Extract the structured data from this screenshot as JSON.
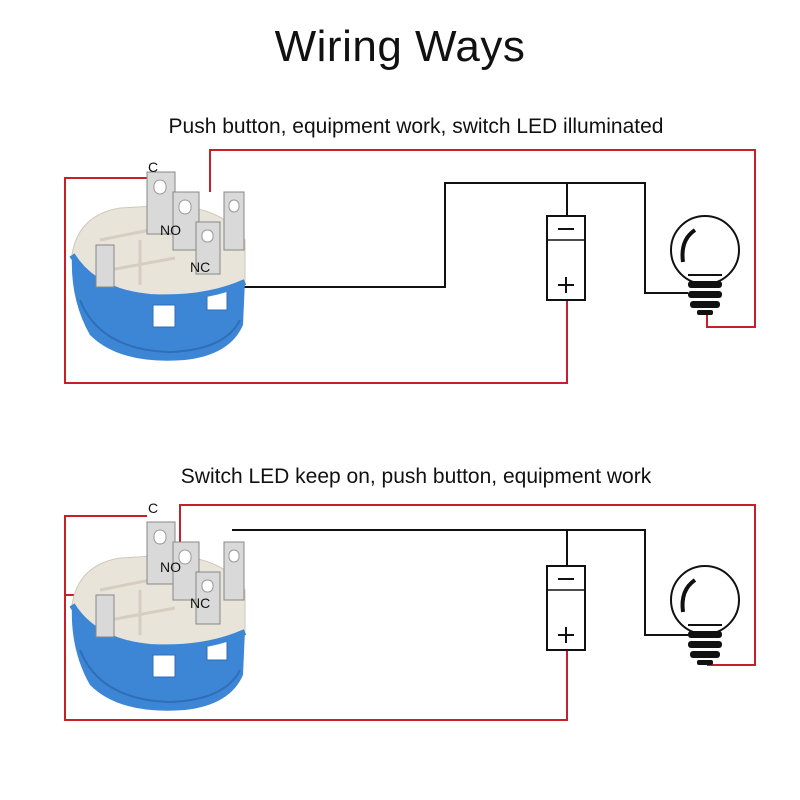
{
  "title": "Wiring Ways",
  "diagrams": [
    {
      "caption": "Push button, equipment work, switch LED illuminated",
      "terminals": {
        "c": "C",
        "no": "NO",
        "nc": "NC"
      },
      "battery": {
        "minus": "−",
        "plus": "+"
      }
    },
    {
      "caption": "Switch LED keep on, push button, equipment work",
      "terminals": {
        "c": "C",
        "no": "NO",
        "nc": "NC"
      },
      "battery": {
        "minus": "−",
        "plus": "+"
      }
    }
  ],
  "colors": {
    "wire_red": "#c8202a",
    "wire_black": "#111111",
    "switch_blue": "#3d86d6",
    "switch_top": "#e9e4da",
    "terminal": "#d9d9d9"
  }
}
